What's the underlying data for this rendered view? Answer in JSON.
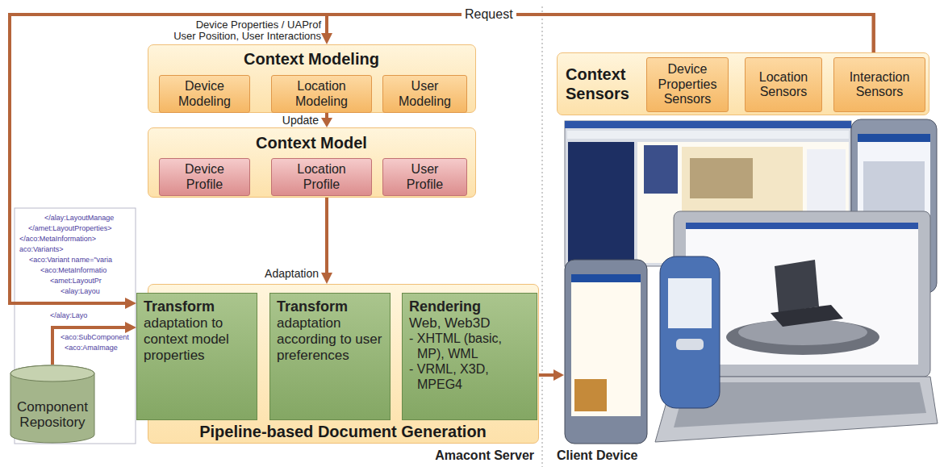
{
  "diagram": {
    "nodes": [
      {
        "text": [
          "Context Modeling"
        ]
      },
      {
        "text": [
          "Device Modeling"
        ],
        "in": 0
      },
      {
        "text": [
          "Location Modeling"
        ],
        "in": 0
      },
      {
        "text": [
          "User Modeling"
        ],
        "in": 0
      },
      {
        "text": [
          "Context Model"
        ]
      },
      {
        "text": [
          "Device Profile"
        ],
        "in": 4
      },
      {
        "text": [
          "Location Profile"
        ],
        "in": 4
      },
      {
        "text": [
          "User Profile"
        ],
        "in": 4
      },
      {
        "text": [
          "Pipeline-based Document Generation"
        ]
      },
      {
        "text": [
          "Transform",
          "adaptation to context model properties"
        ],
        "in": 8
      },
      {
        "text": [
          "Transform",
          "adaptation according to user preferences"
        ],
        "in": 8
      },
      {
        "text": [
          "Rendering",
          "Web, Web3D",
          "- XHTML (basic, MP), WML",
          "- VRML, X3D, MPEG4"
        ],
        "in": 8
      },
      {
        "text": [
          "Component Repository"
        ]
      },
      {
        "text": [
          "Context Sensors"
        ]
      },
      {
        "text": [
          "Device Properties Sensors"
        ],
        "in": 13
      },
      {
        "text": [
          "Location Sensors"
        ],
        "in": 13
      },
      {
        "text": [
          "Interaction Sensors"
        ],
        "in": 13
      }
    ],
    "edges": [
      {
        "from": 13,
        "to": 0,
        "arrow": "to"
      },
      {
        "from": 13,
        "to": 9,
        "arrow": "to"
      },
      {
        "from": 0,
        "to": 4,
        "label": "Update",
        "arrow": "to"
      },
      {
        "from": 4,
        "to": 8,
        "label": "Adaptation",
        "arrow": "to"
      },
      {
        "from": 12,
        "to": 9,
        "arrow": "to"
      },
      {
        "from": 9,
        "to": 10,
        "arrow": "to"
      },
      {
        "from": 10,
        "to": 11,
        "arrow": "to"
      }
    ],
    "labels": [
      "Request",
      "Device Properties / UAProf",
      "User Position, User Interactions",
      "</alay:LayoutManage",
      "</amet:LayoutProperties>",
      "</aco:MetaInformation>",
      "aco:Variants>",
      "<aco:Variant name=\"varia",
      "<aco:MetaInformatio",
      "<amet:LayoutPr",
      "<alay:Layou",
      "</alay:Layo",
      "<aco:SubComponent",
      "<aco:AmaImage",
      "Amacont Server",
      "Client Device"
    ]
  }
}
